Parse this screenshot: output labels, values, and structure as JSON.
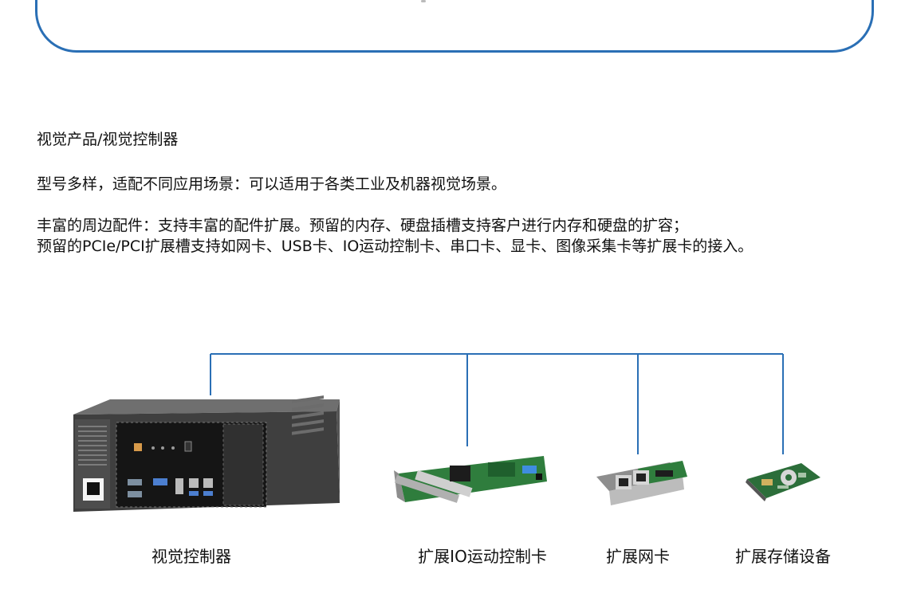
{
  "header": {
    "frame_color": "#2a6fb5"
  },
  "content": {
    "section_title": "视觉产品/视觉控制器",
    "feature_1": "型号多样，适配不同应用场景：可以适用于各类工业及机器视觉场景。",
    "feature_2_line_1": "丰富的周边配件：支持丰富的配件扩展。预留的内存、硬盘插槽支持客户进行内存和硬盘的扩容；",
    "feature_2_line_2": "预留的PCIe/PCI扩展槽支持如网卡、USB卡、IO运动控制卡、串口卡、显卡、图像采集卡等扩展卡的接入。"
  },
  "products": {
    "controller": {
      "label": "视觉控制器",
      "icon": "vision-controller-icon"
    },
    "io_card": {
      "label": "扩展IO运动控制卡",
      "icon": "io-motion-card-icon"
    },
    "network_card": {
      "label": "扩展网卡",
      "icon": "network-card-icon"
    },
    "storage": {
      "label": "扩展存储设备",
      "icon": "storage-device-icon"
    }
  },
  "colors": {
    "connector": "#2a6fb5",
    "pcb_green": "#2f7d3d",
    "metal_gray": "#9a9a9a",
    "dark_case": "#4a4a4a"
  }
}
